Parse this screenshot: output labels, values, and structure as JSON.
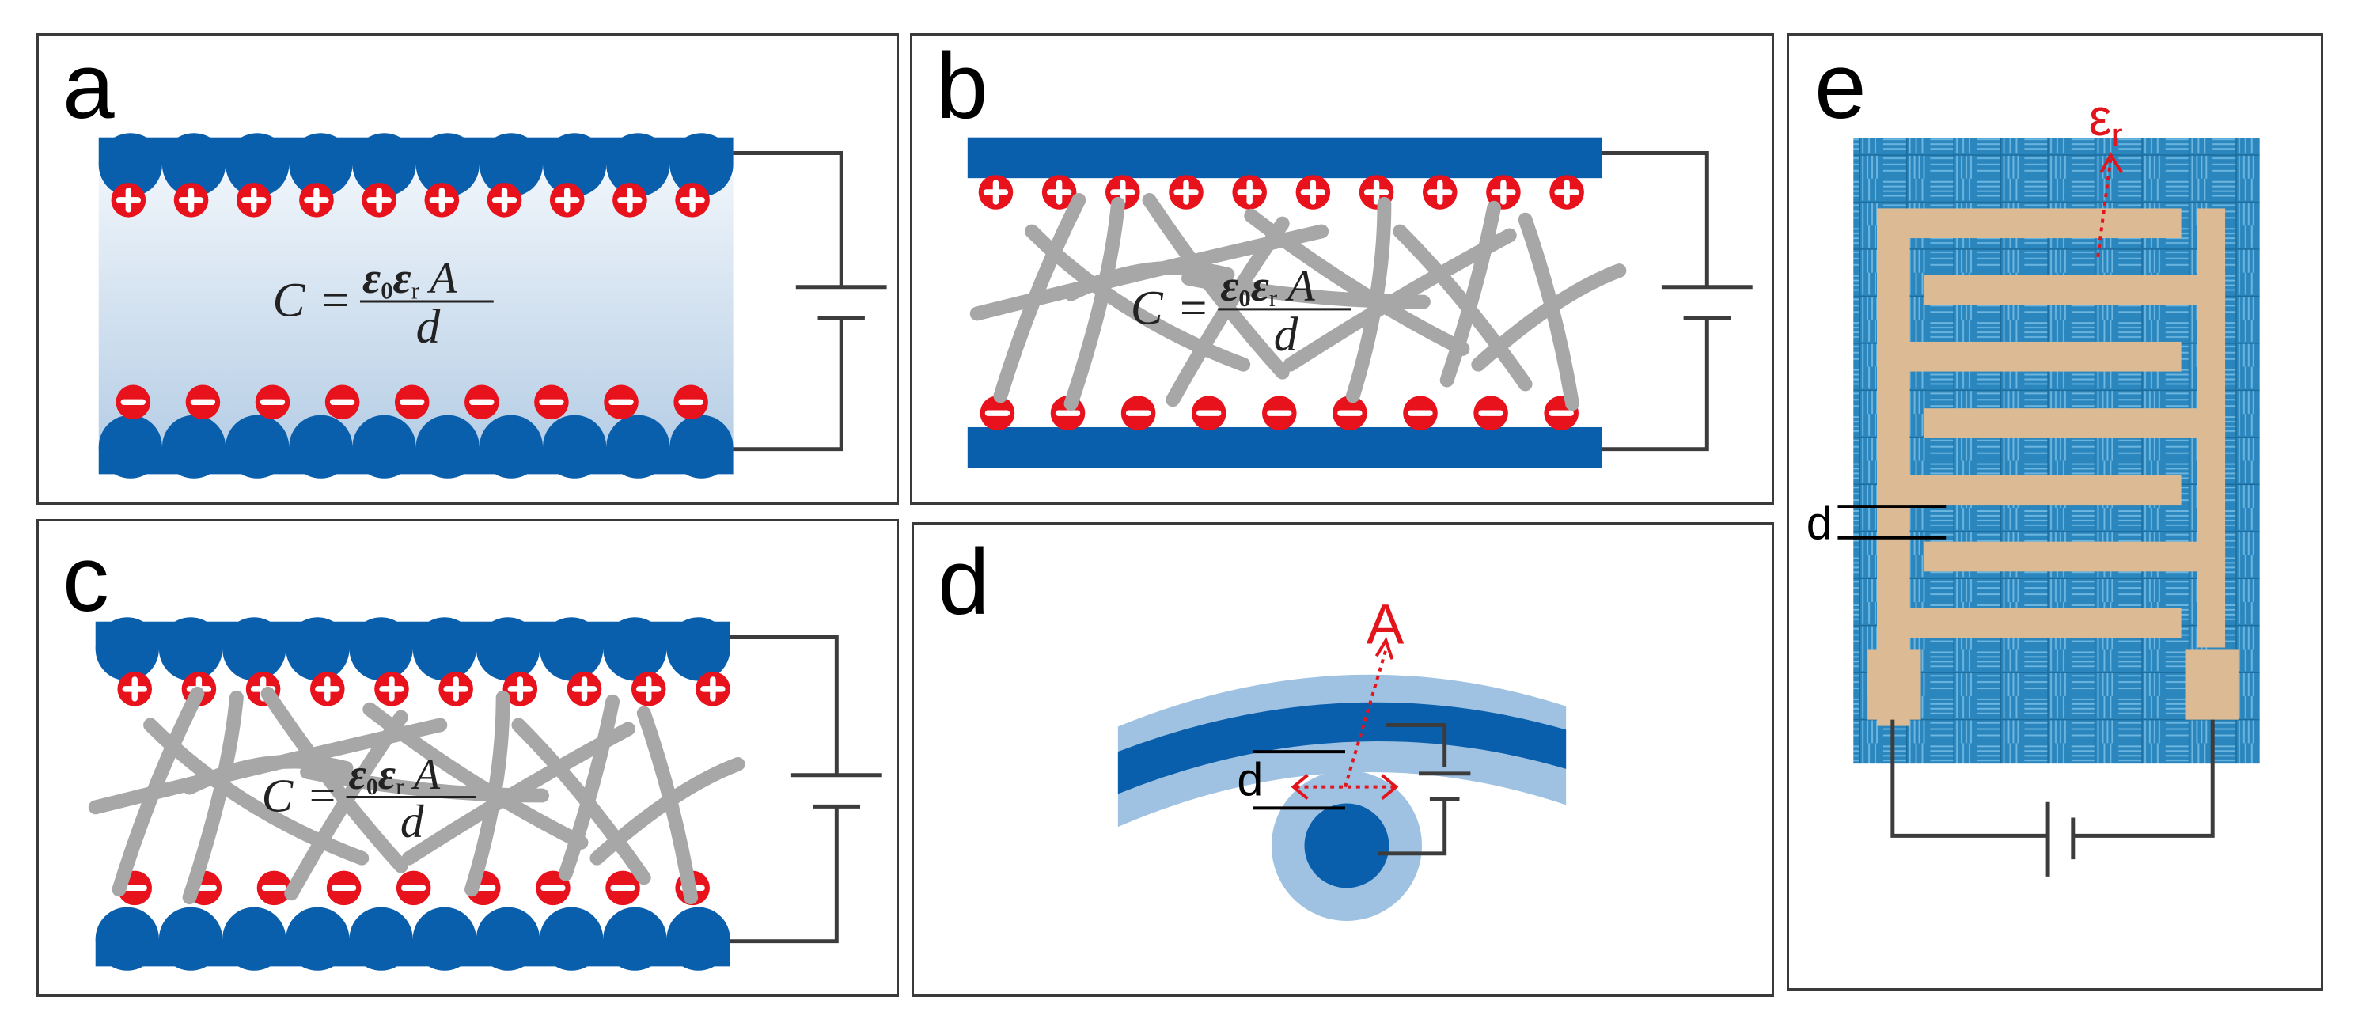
{
  "panels": [
    {
      "letter": "a"
    },
    {
      "letter": "b"
    },
    {
      "letter": "c"
    },
    {
      "letter": "d"
    },
    {
      "letter": "e"
    }
  ],
  "equation": {
    "lhs": "C",
    "eq": "=",
    "num_eps0": "ε",
    "num_sub0": "0",
    "num_epsr": "ε",
    "num_subr": "r",
    "num_A": "A",
    "den": "d"
  },
  "charges": {
    "positive": "+",
    "negative": "−"
  },
  "labels": {
    "area": "A",
    "distance": "d",
    "permittivity": "ε",
    "permittivity_sub": "r"
  },
  "colors": {
    "electrode": "#0a5fad",
    "electrode_light": "#8fb6dc",
    "positive": "#e8121d",
    "negative": "#e8121d",
    "fiber": "#a7a7a7",
    "dielectric_top": "#e4edf6",
    "dielectric_bottom": "#b9cfe6",
    "wire": "#3c3c3c",
    "annotation": "#e2141c",
    "interdigit": "#dcba94",
    "fabric": "#2f8fc4"
  }
}
